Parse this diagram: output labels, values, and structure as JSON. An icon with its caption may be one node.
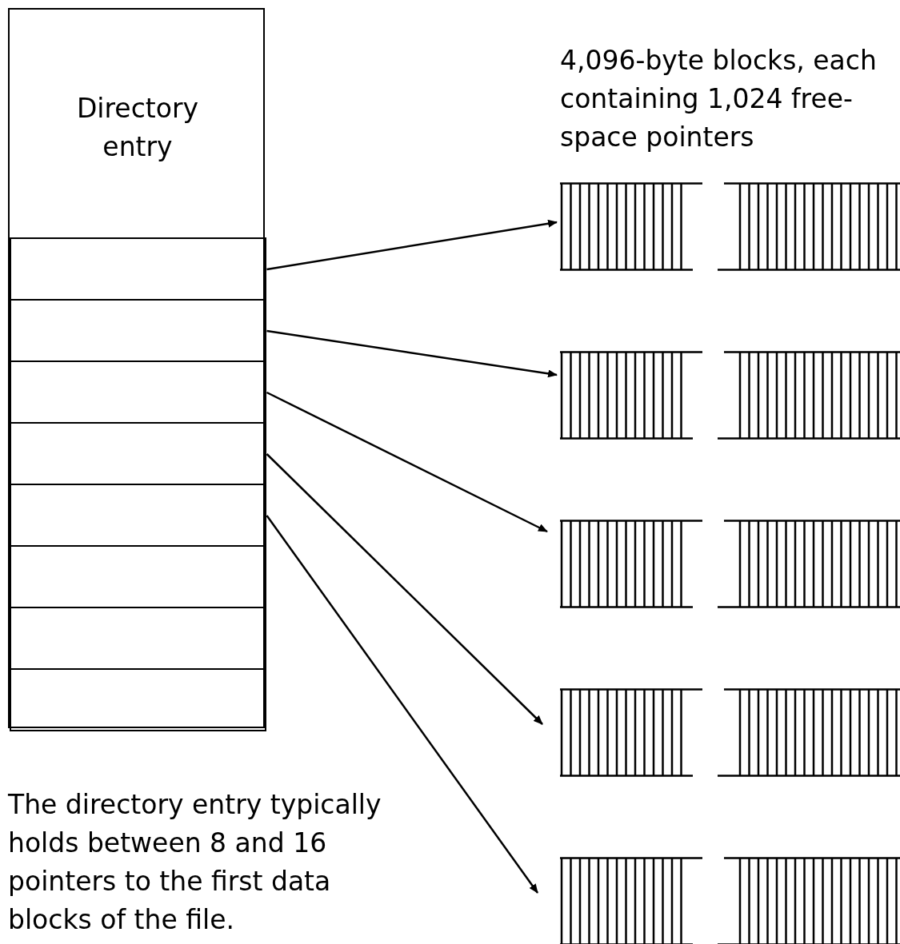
{
  "diagram": {
    "nodes": [
      {
        "text": [
          "Directory entry"
        ]
      },
      {
        "text": [],
        "shape": "box",
        "in": 0
      },
      {
        "text": [],
        "shape": "box",
        "in": 0
      },
      {
        "text": [],
        "shape": "box",
        "in": 0
      },
      {
        "text": [],
        "shape": "box",
        "in": 0
      },
      {
        "text": [],
        "shape": "box",
        "in": 0
      },
      {
        "text": [],
        "shape": "box",
        "in": 0
      },
      {
        "text": [],
        "shape": "box",
        "in": 0
      },
      {
        "text": [],
        "shape": "box",
        "in": 0
      },
      {
        "text": [],
        "shape": "bar"
      },
      {
        "text": [],
        "shape": "bar"
      },
      {
        "text": [],
        "shape": "bar"
      },
      {
        "text": [],
        "shape": "bar"
      },
      {
        "text": [],
        "shape": "bar"
      },
      {
        "text": [],
        "shape": "bar"
      },
      {
        "text": [],
        "shape": "bar"
      },
      {
        "text": [],
        "shape": "bar"
      },
      {
        "text": [],
        "shape": "bar"
      },
      {
        "text": [],
        "shape": "bar"
      }
    ],
    "edges": [
      {
        "from": 1,
        "to": 9,
        "arrow": "to"
      },
      {
        "from": 2,
        "to": 11,
        "arrow": "to"
      },
      {
        "from": 3,
        "to": 13,
        "arrow": "to"
      },
      {
        "from": 4,
        "to": 15,
        "arrow": "to"
      },
      {
        "from": 5,
        "to": 17,
        "arrow": "to"
      }
    ],
    "labels": [
      "4,096-byte blocks, each containing 1,024 free-space pointers",
      "The directory entry typically holds between 8 and 16 pointers to the first data blocks of the file."
    ]
  }
}
